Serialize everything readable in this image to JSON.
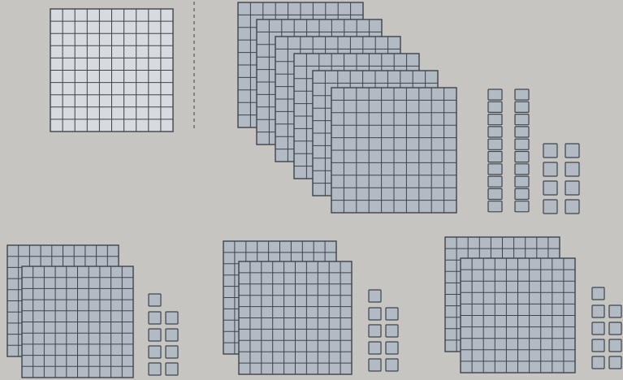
{
  "colors": {
    "background": "#c6c5c2",
    "grid_fill": "#d7dade",
    "block_fill": "#b2bac4",
    "grid_line": "#3f444b",
    "dash": "#6d6d70"
  },
  "groups": [
    {
      "name": "group-top-left",
      "flats": 1,
      "rods": 0,
      "units": 0,
      "style": "outline"
    },
    {
      "name": "group-top-right",
      "flats": 6,
      "rods": 2,
      "units": 8,
      "style": "filled"
    },
    {
      "name": "group-bottom-left",
      "flats": 2,
      "rods": 0,
      "units": 9,
      "style": "filled"
    },
    {
      "name": "group-bottom-middle",
      "flats": 2,
      "rods": 0,
      "units": 9,
      "style": "filled"
    },
    {
      "name": "group-bottom-right",
      "flats": 2,
      "rods": 0,
      "units": 9,
      "style": "filled"
    }
  ]
}
